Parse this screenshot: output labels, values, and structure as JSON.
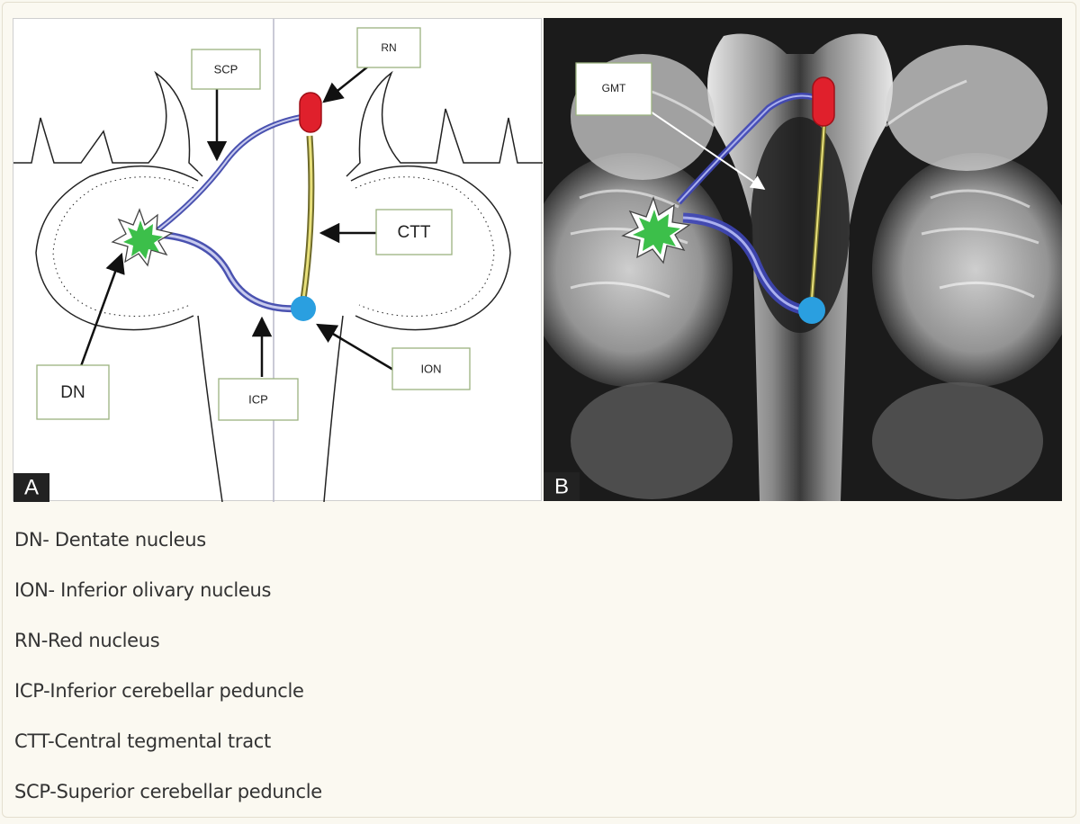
{
  "panel_a": {
    "letter": "A",
    "labels": {
      "scp": "SCP",
      "rn": "RN",
      "ctt": "CTT",
      "dn": "DN",
      "icp": "ICP",
      "ion": "ION"
    }
  },
  "panel_b": {
    "letter": "B",
    "labels": {
      "gmt": "GMT"
    }
  },
  "legend": [
    "DN- Dentate nucleus",
    "ION- Inferior olivary nucleus",
    "RN-Red nucleus",
    "ICP-Inferior cerebellar peduncle",
    "CTT-Central tegmental tract",
    "SCP-Superior cerebellar peduncle"
  ],
  "colors": {
    "red_nucleus": "#e0202c",
    "olivary_nucleus": "#2a9fe0",
    "dentate_nucleus": "#3cbf4a",
    "tract_blue": "#4a52b0",
    "tract_yellow": "#e8e07a"
  }
}
